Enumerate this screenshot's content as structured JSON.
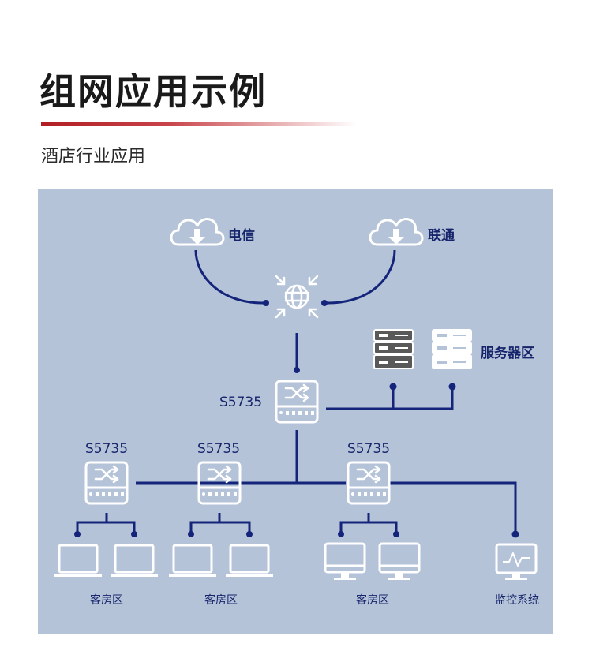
{
  "header": {
    "title": "组网应用示例",
    "subtitle": "酒店行业应用"
  },
  "diagram": {
    "isp_left": "电信",
    "isp_right": "联通",
    "server_area": "服务器区",
    "core_switch": "S5735",
    "access_switches": [
      "S5735",
      "S5735",
      "S5735"
    ],
    "zones": [
      "客房区",
      "客房区",
      "客房区",
      "监控系统"
    ]
  },
  "colors": {
    "title_accent": "#b01e23",
    "diagram_bg": "#b4c3d8",
    "link": "#14247a",
    "device_outline": "#ffffff",
    "label_navy": "#16246b"
  }
}
